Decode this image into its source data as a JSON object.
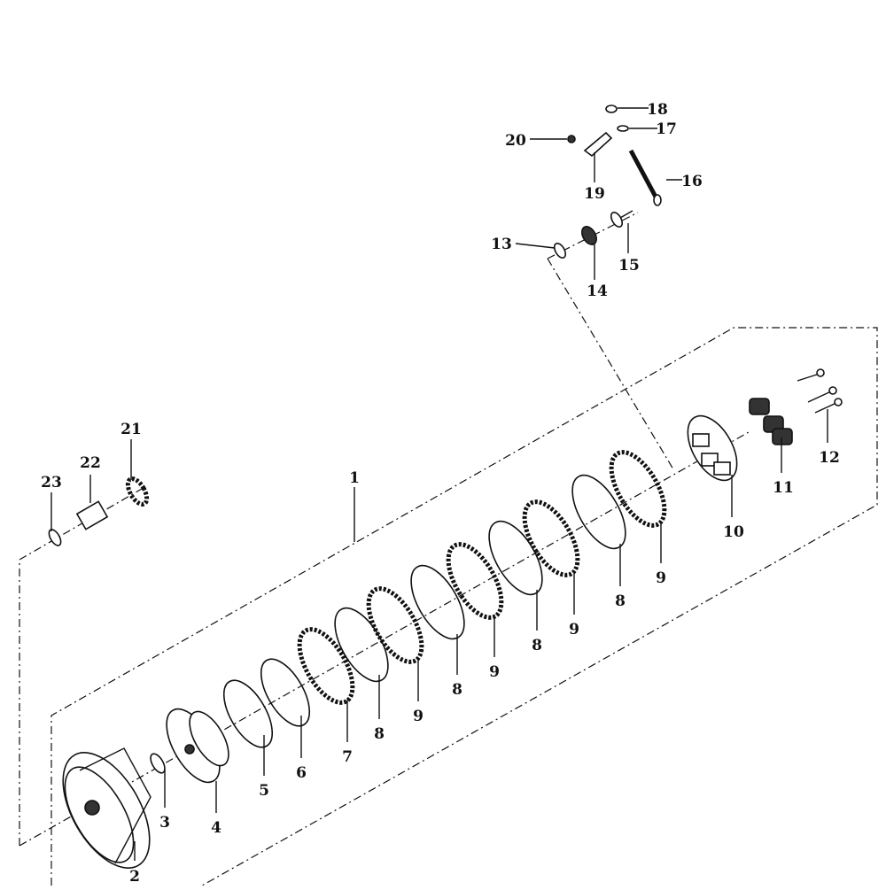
{
  "diagram": {
    "callouts": [
      {
        "id": "1",
        "label": "1"
      },
      {
        "id": "2",
        "label": "2"
      },
      {
        "id": "3",
        "label": "3"
      },
      {
        "id": "4",
        "label": "4"
      },
      {
        "id": "5",
        "label": "5"
      },
      {
        "id": "6",
        "label": "6"
      },
      {
        "id": "7",
        "label": "7"
      },
      {
        "id": "8a",
        "label": "8"
      },
      {
        "id": "9a",
        "label": "9"
      },
      {
        "id": "8b",
        "label": "8"
      },
      {
        "id": "9b",
        "label": "9"
      },
      {
        "id": "8c",
        "label": "8"
      },
      {
        "id": "9c",
        "label": "9"
      },
      {
        "id": "8d",
        "label": "8"
      },
      {
        "id": "9d",
        "label": "9"
      },
      {
        "id": "10",
        "label": "10"
      },
      {
        "id": "11",
        "label": "11"
      },
      {
        "id": "12",
        "label": "12"
      },
      {
        "id": "13",
        "label": "13"
      },
      {
        "id": "14",
        "label": "14"
      },
      {
        "id": "15",
        "label": "15"
      },
      {
        "id": "16",
        "label": "16"
      },
      {
        "id": "17",
        "label": "17"
      },
      {
        "id": "18",
        "label": "18"
      },
      {
        "id": "19",
        "label": "19"
      },
      {
        "id": "20",
        "label": "20"
      },
      {
        "id": "21",
        "label": "21"
      },
      {
        "id": "22",
        "label": "22"
      },
      {
        "id": "23",
        "label": "23"
      }
    ]
  }
}
